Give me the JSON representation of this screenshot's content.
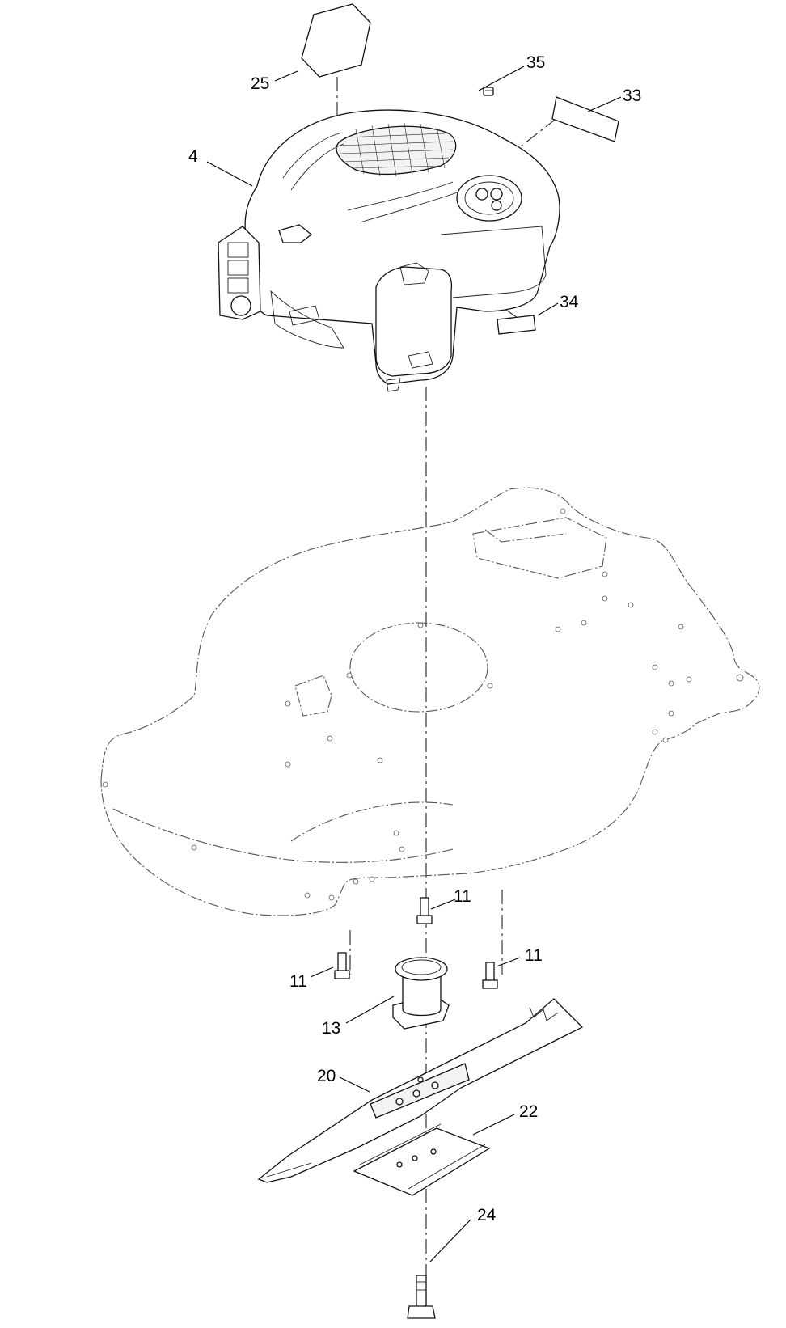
{
  "callouts": [
    {
      "id": "c25",
      "text": "25"
    },
    {
      "id": "c35",
      "text": "35"
    },
    {
      "id": "c33",
      "text": "33"
    },
    {
      "id": "c4",
      "text": "4"
    },
    {
      "id": "c34",
      "text": "34"
    },
    {
      "id": "c11a",
      "text": "11"
    },
    {
      "id": "c11b",
      "text": "11"
    },
    {
      "id": "c11c",
      "text": "11"
    },
    {
      "id": "c13",
      "text": "13"
    },
    {
      "id": "c20",
      "text": "20"
    },
    {
      "id": "c22",
      "text": "22"
    },
    {
      "id": "c24",
      "text": "24"
    }
  ]
}
